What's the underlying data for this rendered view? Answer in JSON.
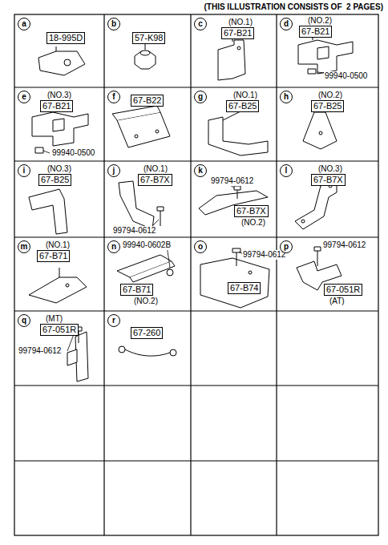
{
  "diagram": {
    "title": "(THIS ILLUSTRATION CONSISTS OF  2 PAGES)",
    "labels": [
      "a",
      "18-995D",
      "b",
      "57-K98",
      "c",
      "(NO.1)",
      "67-B21",
      "d",
      "(NO.2)",
      "67-B21",
      "99940-0500",
      "e",
      "(NO.3)",
      "67-B21",
      "99940-0500",
      "f",
      "67-B22",
      "g",
      "(NO.1)",
      "67-B25",
      "h",
      "(NO.2)",
      "67-B25",
      "i",
      "(NO.3)",
      "67-B25",
      "j",
      "(NO.1)",
      "67-B7X",
      "99794-0612",
      "k",
      "99794-0612",
      "67-B7X",
      "(NO.2)",
      "l",
      "(NO.3)",
      "67-B7X",
      "m",
      "(NO.1)",
      "67-B71",
      "n",
      "99940-0602B",
      "67-B71",
      "(NO.2)",
      "o",
      "99794-0612",
      "67-B74",
      "p",
      "99794-0612",
      "67-051R",
      "(AT)",
      "q",
      "(MT)",
      "67-051R",
      "99794-0612",
      "r",
      "67-260"
    ]
  }
}
